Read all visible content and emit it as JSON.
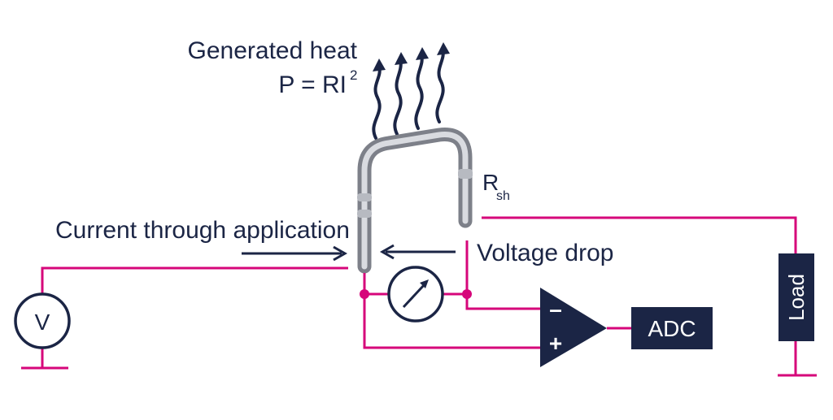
{
  "labels": {
    "heat_title": "Generated heat",
    "heat_formula_base": "P = RI",
    "heat_formula_exp": "2",
    "current_label": "Current through application",
    "voltage_drop_label": "Voltage drop",
    "shunt_label_base": "R",
    "shunt_label_sub": "sh",
    "adc_label": "ADC",
    "load_label": "Load",
    "voltmeter_label": "V",
    "amp_minus": "–",
    "amp_plus": "+"
  },
  "colors": {
    "wire": "#d6067a",
    "navy": "#1b2545",
    "shunt_light": "#d9dbe0",
    "shunt_mid": "#a9acb4",
    "shunt_dark": "#7d8089",
    "background": "#ffffff"
  },
  "icons": {
    "voltmeter": "voltmeter-icon",
    "ammeter": "ammeter-icon",
    "amplifier": "op-amp-triangle",
    "heat": "heat-wave-arrows",
    "ground": "ground-symbol"
  }
}
